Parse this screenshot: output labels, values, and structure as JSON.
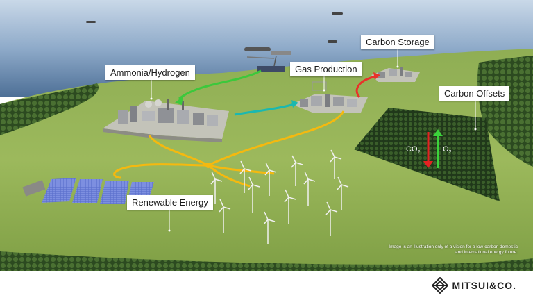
{
  "labels": {
    "ammonia_hydrogen": "Ammonia/Hydrogen",
    "gas_production": "Gas Production",
    "carbon_storage": "Carbon Storage",
    "carbon_offsets": "Carbon Offsets",
    "renewable_energy": "Renewable Energy"
  },
  "gases": {
    "co2_base": "CO",
    "co2_sub": "2",
    "o2_base": "O",
    "o2_sub": "2"
  },
  "disclaimer": "Image is an illustration only of a vision for a low-carbon domestic and international energy future.",
  "logo": {
    "text": "MITSUI&CO.",
    "icon": "mitsui-diamond-logo-icon"
  },
  "colors": {
    "green_flow": "#3cc83c",
    "teal_flow": "#1ab8b0",
    "red_flow": "#e8322a",
    "yellow_flow": "#f5b90f",
    "co2_arrow": "#e52222",
    "o2_arrow": "#3bd43b"
  }
}
